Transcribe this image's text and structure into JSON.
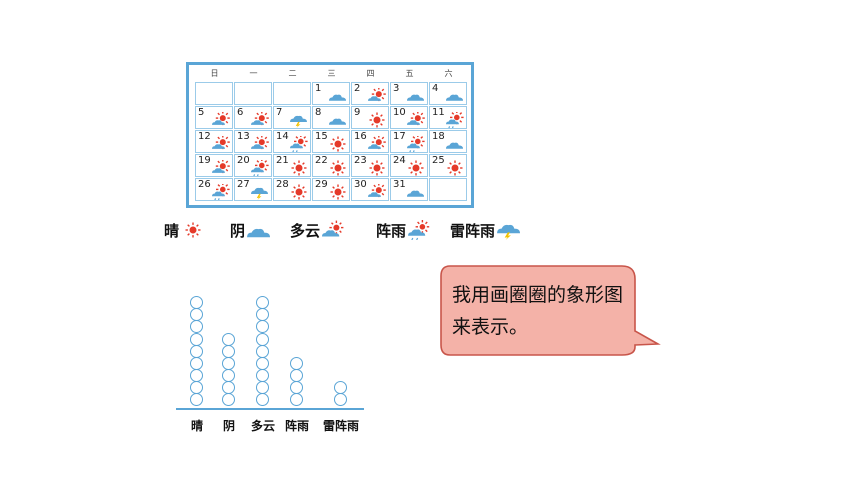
{
  "calendar": {
    "weekdays": [
      "日",
      "一",
      "二",
      "三",
      "四",
      "五",
      "六"
    ],
    "rows": [
      [
        null,
        null,
        null,
        {
          "day": "1",
          "weather": "cloudy"
        },
        {
          "day": "2",
          "weather": "partly-cloudy"
        },
        {
          "day": "3",
          "weather": "cloudy"
        },
        {
          "day": "4",
          "weather": "cloudy"
        }
      ],
      [
        {
          "day": "5",
          "weather": "partly-cloudy"
        },
        {
          "day": "6",
          "weather": "partly-cloudy"
        },
        {
          "day": "7",
          "weather": "thunderstorm"
        },
        {
          "day": "8",
          "weather": "cloudy"
        },
        {
          "day": "9",
          "weather": "sunny"
        },
        {
          "day": "10",
          "weather": "partly-cloudy"
        },
        {
          "day": "11",
          "weather": "shower"
        }
      ],
      [
        {
          "day": "12",
          "weather": "partly-cloudy"
        },
        {
          "day": "13",
          "weather": "partly-cloudy"
        },
        {
          "day": "14",
          "weather": "shower"
        },
        {
          "day": "15",
          "weather": "sunny"
        },
        {
          "day": "16",
          "weather": "partly-cloudy"
        },
        {
          "day": "17",
          "weather": "shower"
        },
        {
          "day": "18",
          "weather": "cloudy"
        }
      ],
      [
        {
          "day": "19",
          "weather": "partly-cloudy"
        },
        {
          "day": "20",
          "weather": "shower"
        },
        {
          "day": "21",
          "weather": "sunny"
        },
        {
          "day": "22",
          "weather": "sunny"
        },
        {
          "day": "23",
          "weather": "sunny"
        },
        {
          "day": "24",
          "weather": "sunny"
        },
        {
          "day": "25",
          "weather": "sunny"
        }
      ],
      [
        {
          "day": "26",
          "weather": "shower"
        },
        {
          "day": "27",
          "weather": "thunderstorm"
        },
        {
          "day": "28",
          "weather": "sunny"
        },
        {
          "day": "29",
          "weather": "sunny"
        },
        {
          "day": "30",
          "weather": "partly-cloudy"
        },
        {
          "day": "31",
          "weather": "cloudy"
        },
        null
      ]
    ]
  },
  "legend": [
    {
      "label": "晴",
      "icon": "sun-icon",
      "weather": "sunny"
    },
    {
      "label": "阴",
      "icon": "cloud-icon",
      "weather": "cloudy"
    },
    {
      "label": "多云",
      "icon": "partly-cloudy-icon",
      "weather": "partly-cloudy"
    },
    {
      "label": "阵雨",
      "icon": "shower-icon",
      "weather": "shower"
    },
    {
      "label": "雷阵雨",
      "icon": "thunderstorm-icon",
      "weather": "thunderstorm"
    }
  ],
  "chart_data": {
    "type": "pictograph",
    "categories": [
      "晴",
      "阴",
      "多云",
      "阵雨",
      "雷阵雨"
    ],
    "values": [
      9,
      6,
      9,
      4,
      2
    ]
  },
  "bubble": {
    "text": "我用画圈圈的象形图来表示。"
  },
  "colors": {
    "accent_blue": "#5aa5d6",
    "sun_red": "#e53a2a",
    "bubble_fill": "#f4b2a8",
    "bubble_border": "#c8554a"
  }
}
